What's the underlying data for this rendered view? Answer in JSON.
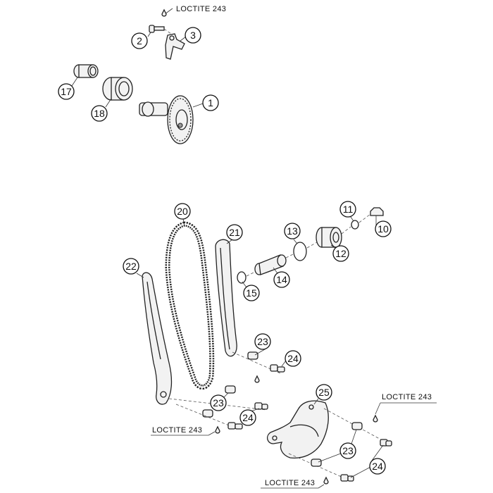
{
  "diagram": {
    "callouts": [
      {
        "id": "c2",
        "label": "2"
      },
      {
        "id": "c3",
        "label": "3"
      },
      {
        "id": "c17",
        "label": "17"
      },
      {
        "id": "c18",
        "label": "18"
      },
      {
        "id": "c1",
        "label": "1"
      },
      {
        "id": "c20",
        "label": "20"
      },
      {
        "id": "c21",
        "label": "21"
      },
      {
        "id": "c13",
        "label": "13"
      },
      {
        "id": "c11",
        "label": "11"
      },
      {
        "id": "c10",
        "label": "10"
      },
      {
        "id": "c12",
        "label": "12"
      },
      {
        "id": "c14",
        "label": "14"
      },
      {
        "id": "c15",
        "label": "15"
      },
      {
        "id": "c22",
        "label": "22"
      },
      {
        "id": "c23a",
        "label": "23"
      },
      {
        "id": "c24a",
        "label": "24"
      },
      {
        "id": "c23b",
        "label": "23"
      },
      {
        "id": "c24b",
        "label": "24"
      },
      {
        "id": "c25",
        "label": "25"
      },
      {
        "id": "c23c",
        "label": "23"
      },
      {
        "id": "c24c",
        "label": "24"
      }
    ],
    "loctite_labels": [
      {
        "id": "l1",
        "text": "LOCTITE 243"
      },
      {
        "id": "l2",
        "text": "LOCTITE 243"
      },
      {
        "id": "l3",
        "text": "LOCTITE 243"
      },
      {
        "id": "l4",
        "text": "LOCTITE 243"
      }
    ]
  }
}
